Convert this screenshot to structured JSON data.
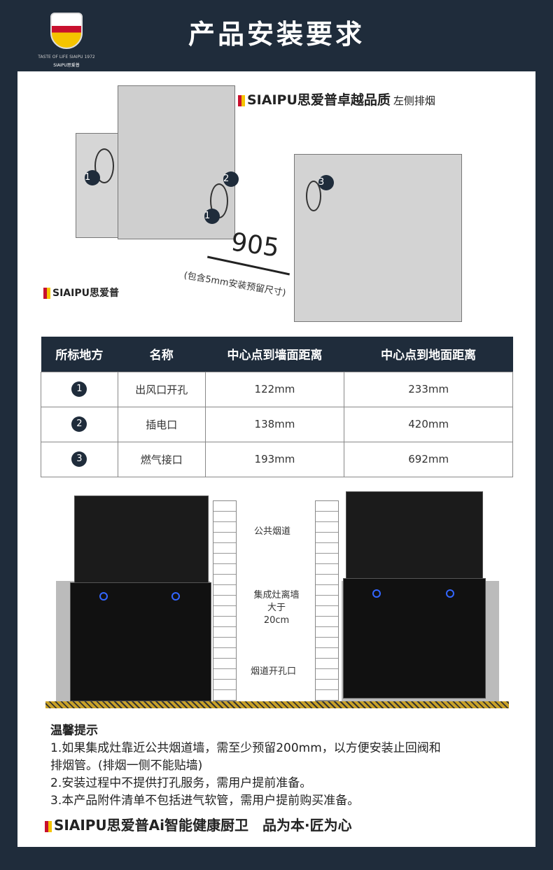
{
  "header": {
    "title": "产品安装要求",
    "logo_text": "SIAIPU",
    "logo_tagline": "TASTE OF LIFE SIAIPU 1972",
    "logo_brand": "SIAIPU思爱普"
  },
  "diagram": {
    "brand_title": "SIAIPU思爱普卓越品质",
    "subtitle": "左侧排烟",
    "distance": "905",
    "distance_note": "(包含5mm安装预留尺寸)",
    "brand_small": "SIAIPU思爱普",
    "markers": [
      "1",
      "2",
      "3"
    ]
  },
  "table": {
    "headers": [
      "所标地方",
      "名称",
      "中心点到墙面距离",
      "中心点到地面距离"
    ],
    "rows": [
      {
        "mark": "1",
        "name": "出风口开孔",
        "wall": "122mm",
        "floor": "233mm"
      },
      {
        "mark": "2",
        "name": "插电口",
        "wall": "138mm",
        "floor": "420mm"
      },
      {
        "mark": "3",
        "name": "燃气接口",
        "wall": "193mm",
        "floor": "692mm"
      }
    ]
  },
  "install": {
    "label_flue": "公共烟道",
    "label_gap1": "集成灶离墙",
    "label_gap2": "大于",
    "label_gap3": "20cm",
    "label_hole": "烟道开孔口"
  },
  "tips": {
    "title": "温馨提示",
    "items": [
      "1.如果集成灶靠近公共烟道墙，需至少预留200mm，以方便安装止回阀和",
      "排烟管。(排烟一侧不能贴墙)",
      "2.安装过程中不提供打孔服务，需用户提前准备。",
      "3.本产品附件清单不包括进气软管，需用户提前购买准备。"
    ]
  },
  "footer": {
    "slogan": "SIAIPU思爱普Ai智能健康厨卫",
    "motto": "品为本·匠为心"
  }
}
